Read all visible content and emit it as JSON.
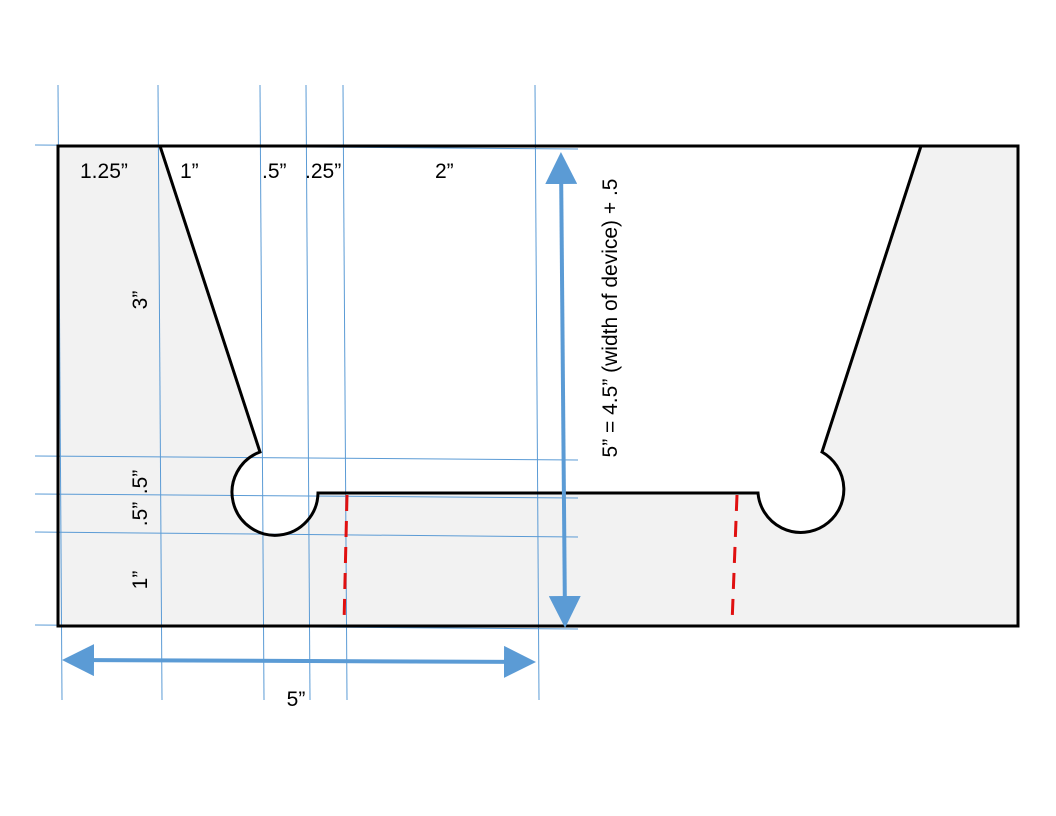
{
  "diagram": {
    "labels": {
      "w_1_25": "1.25”",
      "w_1": "1”",
      "w_0_5": ".5”",
      "w_0_25": ".25”",
      "w_2": "2”",
      "h_3": "3”",
      "h_0_5_a": ".5”",
      "h_0_5_b": ".5”",
      "h_1": "1”",
      "total_width": "5”",
      "total_height": "5” = 4.5” (width of device) + .5"
    },
    "colors": {
      "guide": "#5b9bd5",
      "arrow": "#5b9bd5",
      "outline": "#000000",
      "panel_fill": "#f2f2f2",
      "cut_line": "#e01010"
    },
    "icons": {
      "width_arrow": "double-headed-arrow-horizontal",
      "height_arrow": "double-headed-arrow-vertical"
    }
  }
}
